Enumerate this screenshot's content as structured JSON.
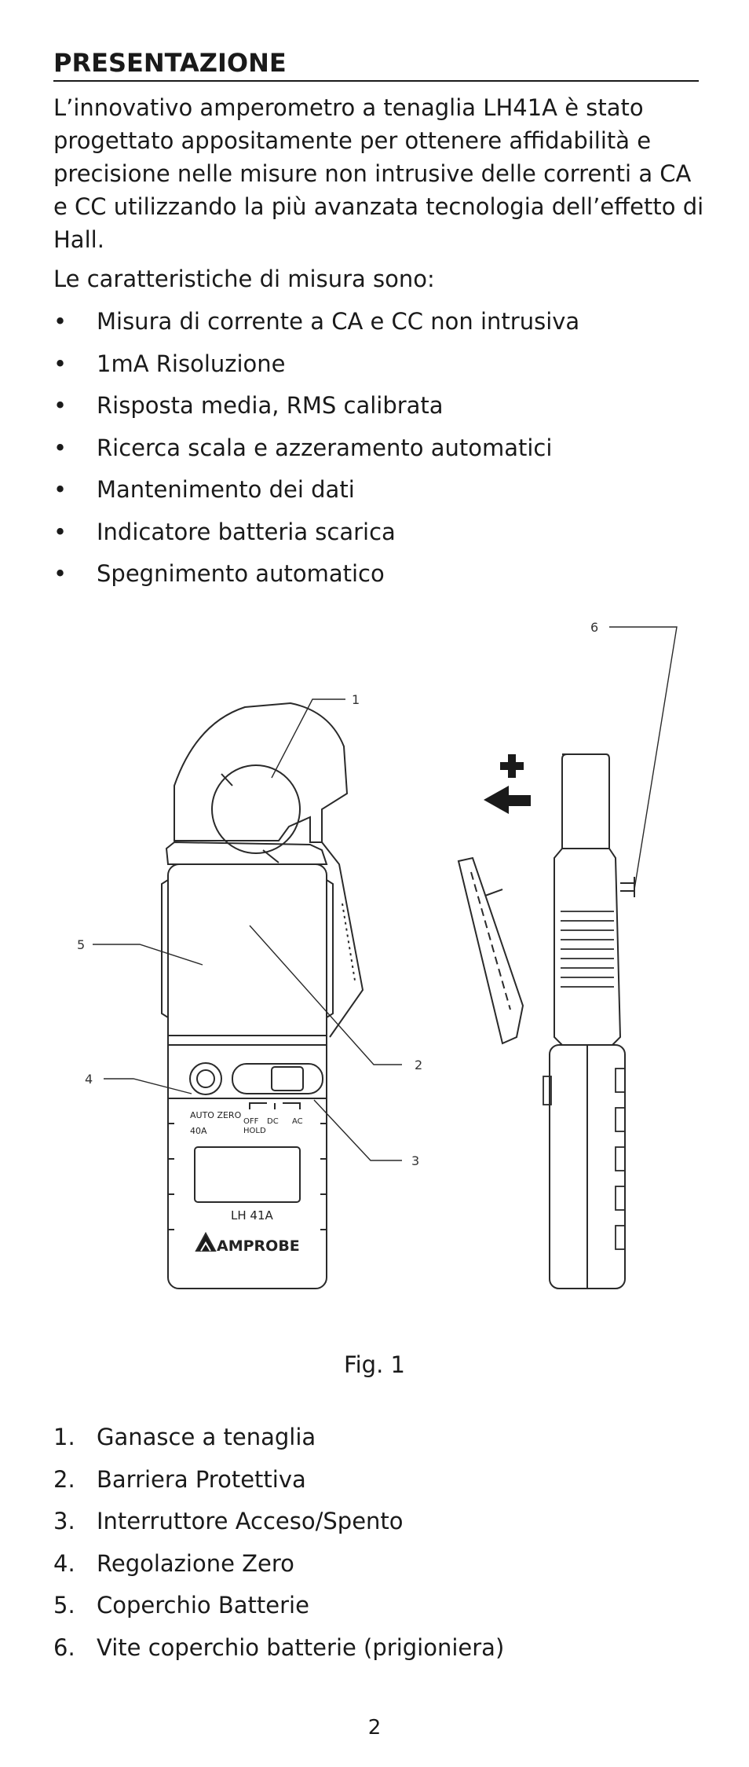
{
  "heading": "PRESENTAZIONE",
  "intro": "L’innovativo amperometro a tenaglia LH41A è stato progettato appositamente per ottenere affidabilità e precisione nelle misure non intrusive delle correnti a CA e CC utilizzando la più avanzata tecnologia dell’effetto di Hall.",
  "features_lead": "Le caratteristiche di misura sono:",
  "bullet_glyph": "•",
  "features": [
    "Misura di corrente a CA e CC non intrusiva",
    "1mA Risoluzione",
    "Risposta media, RMS calibrata",
    "Ricerca scala e azzeramento automatici",
    "Mantenimento dei dati",
    "Indicatore batteria scarica",
    "Spegnimento automatico"
  ],
  "figure": {
    "callouts": [
      "1",
      "2",
      "3",
      "4",
      "5",
      "6"
    ],
    "device_labels": {
      "auto_zero": "AUTO ZERO",
      "range": "40A",
      "off": "OFF",
      "dc": "DC",
      "ac": "AC",
      "hold": "HOLD",
      "model": "LH 41A",
      "brand": "AMPROBE"
    },
    "caption": "Fig. 1"
  },
  "parts": [
    {
      "num": "1.",
      "label": "Ganasce a tenaglia"
    },
    {
      "num": "2.",
      "label": "Barriera Protettiva"
    },
    {
      "num": "3.",
      "label": "Interruttore Acceso/Spento"
    },
    {
      "num": "4.",
      "label": "Regolazione Zero"
    },
    {
      "num": "5.",
      "label": "Coperchio Batterie"
    },
    {
      "num": "6.",
      "label": "Vite coperchio batterie (prigioniera)"
    }
  ],
  "page_number": "2"
}
